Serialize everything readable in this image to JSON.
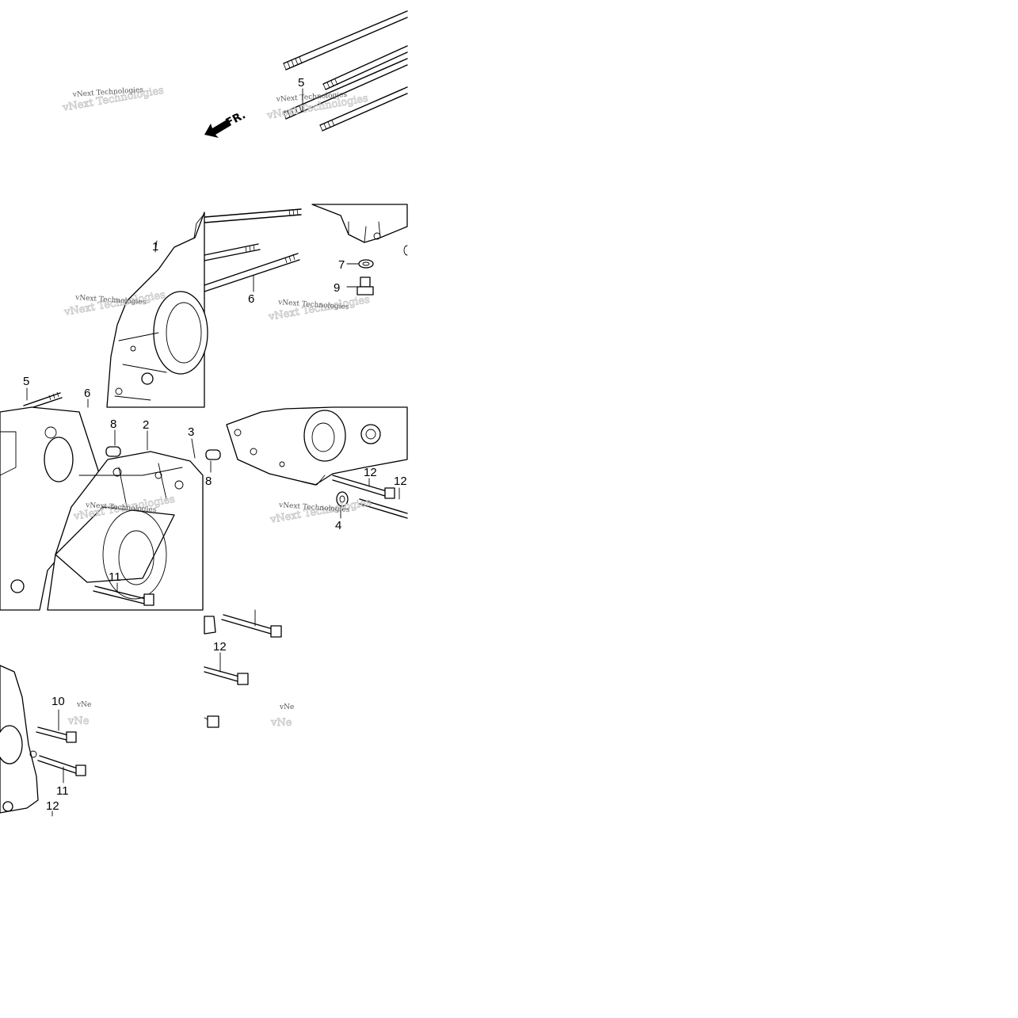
{
  "watermark": {
    "line1": "vNext Technologies",
    "line2": "vNext Technologies",
    "partial": "vNe"
  },
  "direction": {
    "label": "FR."
  },
  "callouts": {
    "c1": "1",
    "c2": "2",
    "c3": "3",
    "c4": "4",
    "c5a": "5",
    "c5b": "5",
    "c6a": "6",
    "c6b": "6",
    "c7": "7",
    "c8a": "8",
    "c8b": "8",
    "c9": "9",
    "c10": "10",
    "c11a": "11",
    "c11b": "11",
    "c12a": "12",
    "c12b": "12",
    "c12c": "12",
    "c12d": "12"
  }
}
